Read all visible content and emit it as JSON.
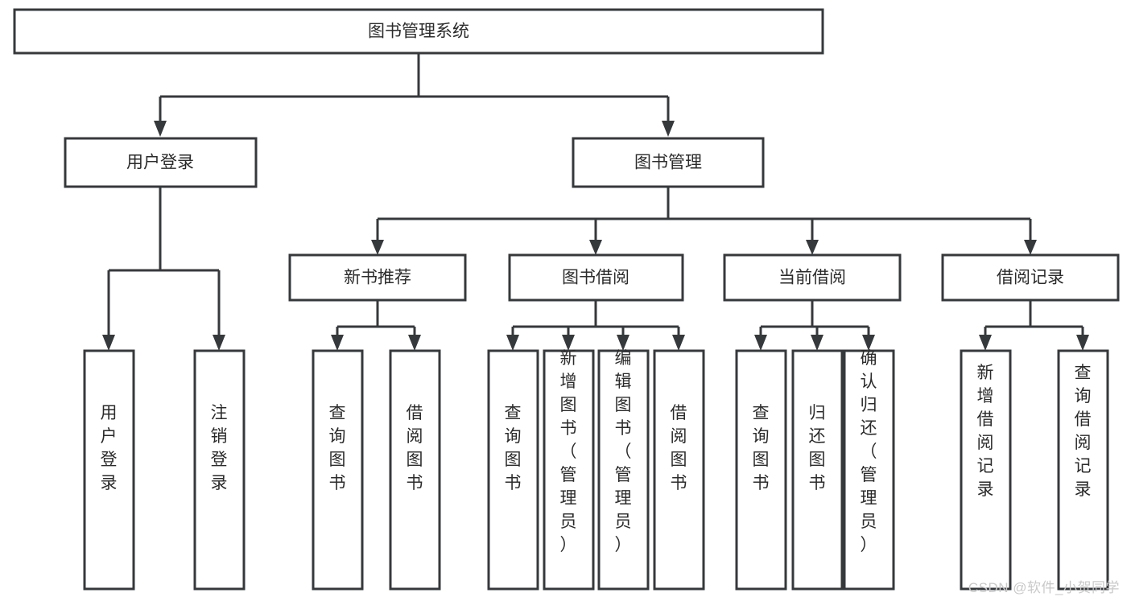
{
  "diagram": {
    "type": "tree-hierarchy",
    "title": "图书管理系统",
    "watermark": "CSDN @软件_小贺同学",
    "colors": {
      "stroke": "#36393b",
      "box_fill": "#ffffff",
      "text": "#2b2b2b",
      "background": "#ffffff",
      "watermark": "#c9c9c9"
    },
    "root": {
      "label": "图书管理系统"
    },
    "level1": [
      {
        "label": "用户登录"
      },
      {
        "label": "图书管理"
      }
    ],
    "level2": [
      {
        "label": "新书推荐"
      },
      {
        "label": "图书借阅"
      },
      {
        "label": "当前借阅"
      },
      {
        "label": "借阅记录"
      }
    ],
    "leaves": {
      "user_login": [
        {
          "label": "用户登录"
        },
        {
          "label": "注销登录"
        }
      ],
      "new_book_recommend": [
        {
          "label": "查询图书"
        },
        {
          "label": "借阅图书"
        }
      ],
      "book_borrow": [
        {
          "label": "查询图书"
        },
        {
          "label": "新增图书（管理员）"
        },
        {
          "label": "编辑图书（管理员）"
        },
        {
          "label": "借阅图书"
        }
      ],
      "current_borrow": [
        {
          "label": "查询图书"
        },
        {
          "label": "归还图书"
        },
        {
          "label": "确认归还（管理员）"
        }
      ],
      "borrow_record": [
        {
          "label": "新增借阅记录"
        },
        {
          "label": "查询借阅记录"
        }
      ]
    }
  }
}
